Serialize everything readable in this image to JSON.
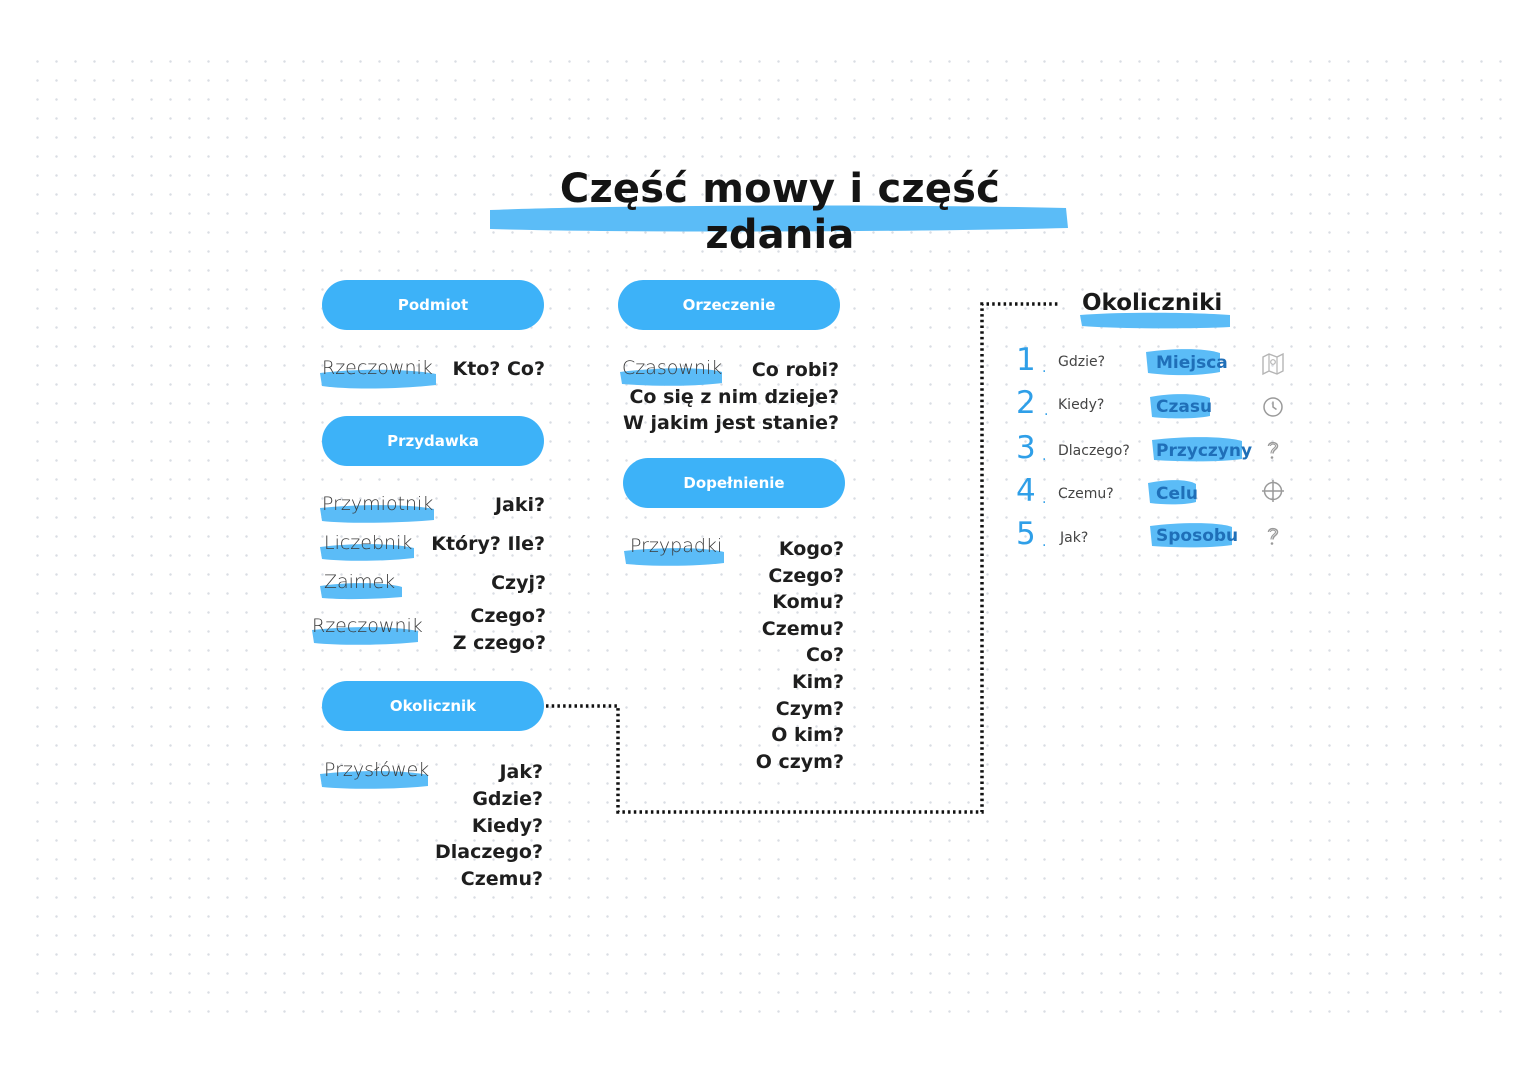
{
  "title": "Część mowy i część zdania",
  "colors": {
    "accent": "#3db2f8",
    "highlight": "#5bbcf7",
    "number": "#2f9fe8"
  },
  "columns": {
    "podmiot": {
      "label": "Podmiot",
      "rows": [
        {
          "word": "Rzeczownik",
          "questions": [
            "Kto? Co?"
          ]
        }
      ]
    },
    "przydawka": {
      "label": "Przydawka",
      "rows": [
        {
          "word": "Przymiotnik",
          "questions": [
            "Jaki?"
          ]
        },
        {
          "word": "Liczebnik",
          "questions": [
            "Który? Ile?"
          ]
        },
        {
          "word": "Zaimek",
          "questions": [
            "Czyj?"
          ]
        },
        {
          "word": "Rzeczownik",
          "questions": [
            "Czego?",
            "Z czego?"
          ]
        }
      ]
    },
    "okolicznik": {
      "label": "Okolicznik",
      "rows": [
        {
          "word": "Przysłówek",
          "questions": [
            "Jak?",
            "Gdzie?",
            "Kiedy?",
            "Dlaczego?",
            "Czemu?"
          ]
        }
      ]
    },
    "orzeczenie": {
      "label": "Orzeczenie",
      "rows": [
        {
          "word": "Czasownik",
          "questions": [
            "Co robi?",
            "Co się z nim dzieje?",
            "W jakim jest stanie?"
          ]
        }
      ]
    },
    "dopelnienie": {
      "label": "Dopełnienie",
      "rows": [
        {
          "word": "Przypadki",
          "questions": [
            "Kogo?",
            "Czego?",
            "Komu?",
            "Czemu?",
            "Co?",
            "Kim?",
            "Czym?",
            "O kim?",
            "O czym?"
          ]
        }
      ]
    }
  },
  "okoliczniki": {
    "title": "Okoliczniki",
    "items": [
      {
        "num": "1",
        "question": "Gdzie?",
        "answer": "Miejsca",
        "icon": "map-icon"
      },
      {
        "num": "2",
        "question": "Kiedy?",
        "answer": "Czasu",
        "icon": "clock-icon"
      },
      {
        "num": "3",
        "question": "Dlaczego?",
        "answer": "Przyczyny",
        "icon": "question-icon"
      },
      {
        "num": "4",
        "question": "Czemu?",
        "answer": "Celu",
        "icon": "crosshair-icon"
      },
      {
        "num": "5",
        "question": "Jak?",
        "answer": "Sposobu",
        "icon": "question-icon"
      }
    ]
  }
}
